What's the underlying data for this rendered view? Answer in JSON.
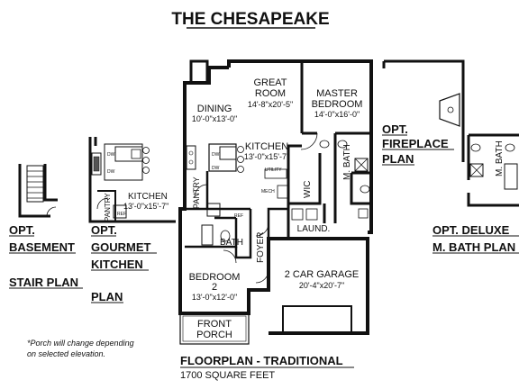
{
  "title": "THE CHESAPEAKE",
  "main_plan": {
    "rooms": {
      "great_room": {
        "name_line1": "GREAT",
        "name_line2": "ROOM",
        "dims": "14'-8\"x20'-5\""
      },
      "master_bedroom": {
        "name_line1": "MASTER",
        "name_line2": "BEDROOM",
        "dims": "14'-0\"x16'-0\""
      },
      "dining": {
        "name": "DINING",
        "dims": "10'-0\"x13'-0\""
      },
      "kitchen": {
        "name": "KITCHEN",
        "dims": "13'-0\"x15'-7\""
      },
      "m_bath": "M. BATH",
      "wic": "WIC",
      "laundry": "LAUND.",
      "utility": "UTILITY",
      "mech": "MECH",
      "pantry": "PANTRY",
      "bath": "BATH",
      "ref": "REF",
      "foyer": "FOYER",
      "bedroom2": {
        "name_line1": "BEDROOM",
        "name_line2": "2",
        "dims": "13'-0\"x12'-0\""
      },
      "garage": {
        "name": "2 CAR GARAGE",
        "dims": "20'-4\"x20'-7\""
      },
      "front_porch": {
        "name_line1": "FRONT",
        "name_line2": "PORCH"
      }
    },
    "appliance_marks": [
      "DW",
      "DW"
    ],
    "caption": "FLOORPLAN - TRADITIONAL",
    "square_feet": "1700 SQUARE FEET"
  },
  "options": {
    "basement": {
      "line1": "OPT.",
      "line2": "BASEMENT",
      "line3": "STAIR PLAN"
    },
    "gourmet": {
      "line1": "OPT.",
      "line2": "GOURMET",
      "line3": "KITCHEN",
      "line4": "PLAN",
      "kitchen_name": "KITCHEN",
      "kitchen_dims": "13'-0\"x15'-7\"",
      "pantry": "PANTRY",
      "ref": "REF",
      "dw": "DW",
      "oven": "DW"
    },
    "fireplace": {
      "line1": "OPT.",
      "line2": "FIREPLACE",
      "line3": "PLAN"
    },
    "deluxe_bath": {
      "line1": "OPT. DELUXE",
      "line2": "M. BATH PLAN",
      "m_bath": "M. BATH"
    }
  },
  "porch_note": {
    "line1": "*Porch will change depending",
    "line2": "on selected elevation."
  }
}
